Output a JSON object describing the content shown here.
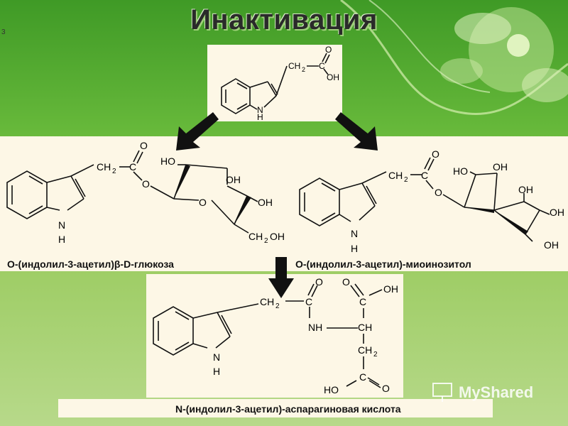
{
  "title": "Инактивация",
  "slide_marker": "3",
  "top_molecule": {
    "ch2": "CH",
    "ch2_sub": "2",
    "c": "C",
    "o": "O",
    "oh": "OH",
    "n": "N",
    "h": "H"
  },
  "glucose_molecule": {
    "ch2": "CH",
    "ch2_sub": "2",
    "c": "C",
    "o_carbonyl": "O",
    "o_ester": "O",
    "ring_o": "O",
    "ho": "HO",
    "oh1": "OH",
    "oh2": "OH",
    "ch2oh": "CH",
    "ch2oh_sub": "2",
    "ch2oh_oh": "OH",
    "n": "N",
    "h": "H",
    "caption": "O-(индолил-3-ацетил)β-D-глюкоза"
  },
  "inositol_molecule": {
    "ch2": "CH",
    "ch2_sub": "2",
    "c": "C",
    "o_carbonyl": "O",
    "o_ester": "O",
    "ho": "HO",
    "oh1": "OH",
    "oh2": "OH",
    "oh3": "OH",
    "oh4": "OH",
    "n": "N",
    "h": "H",
    "caption": "O-(индолил-3-ацетил)-миоинозитол"
  },
  "aspartic_molecule": {
    "ch2": "CH",
    "ch2_sub": "2",
    "c1": "C",
    "o1": "O",
    "nh": "NH",
    "ch": "CH",
    "c_top": "C",
    "o_top": "O",
    "oh_top": "OH",
    "ch2_b": "CH",
    "ch2_b_sub": "2",
    "c_bottom": "C",
    "ho_bottom": "HO",
    "o_bottom": "O",
    "n": "N",
    "h": "H",
    "caption": "N-(индолил-3-ацетил)-аспарагиновая кислота"
  },
  "watermark": "MyShared"
}
